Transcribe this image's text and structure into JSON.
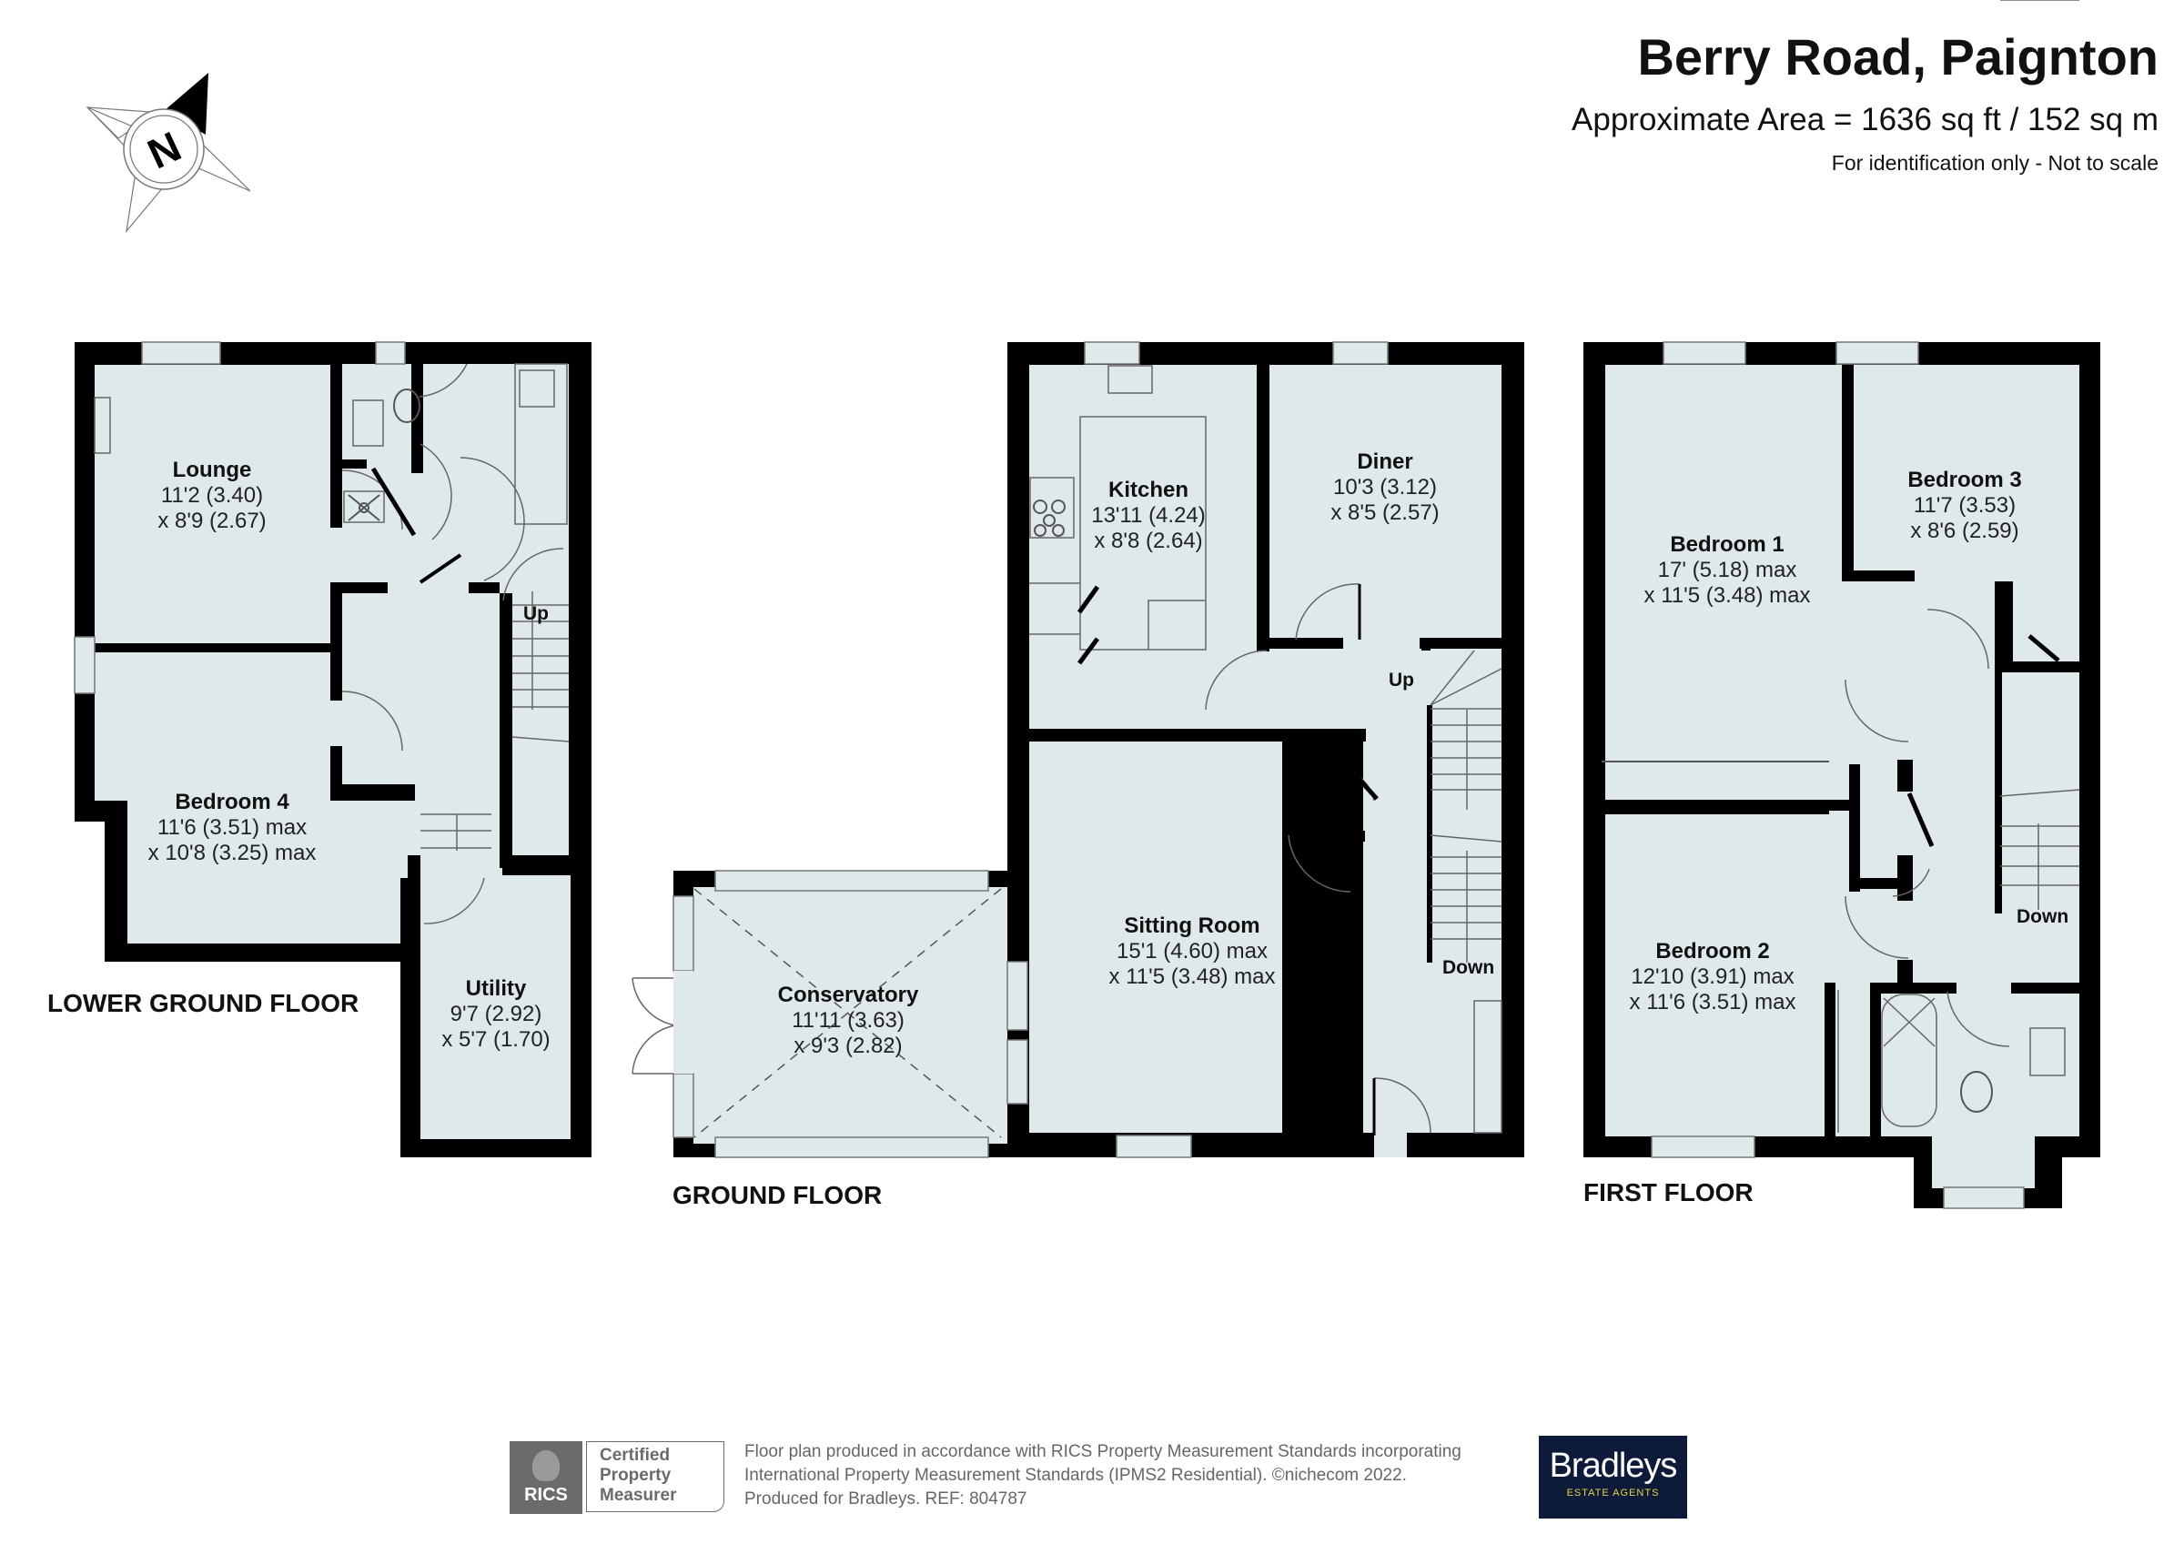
{
  "header": {
    "title": "Berry Road, Paignton",
    "area": "Approximate Area = 1636 sq ft / 152 sq m",
    "disclaimer": "For identification only - Not to scale"
  },
  "compass": {
    "label": "N",
    "icon": "north-arrow-compass-icon"
  },
  "colors": {
    "room_fill": "#dfe9eb",
    "wall": "#000000",
    "fixture_line": "#555555",
    "brand_bg": "#0d1a3a",
    "brand_tag": "#e6d545"
  },
  "floors": [
    {
      "id": "lower-ground",
      "label": "LOWER GROUND FLOOR",
      "rooms": [
        {
          "name": "Lounge",
          "dim1": "11'2 (3.40)",
          "dim2": "x 8'9 (2.67)"
        },
        {
          "name": "Bedroom 4",
          "dim1": "11'6 (3.51) max",
          "dim2": "x 10'8 (3.25) max"
        },
        {
          "name": "Utility",
          "dim1": "9'7 (2.92)",
          "dim2": "x 5'7 (1.70)"
        }
      ],
      "stairs": [
        "Up"
      ]
    },
    {
      "id": "ground",
      "label": "GROUND FLOOR",
      "rooms": [
        {
          "name": "Kitchen",
          "dim1": "13'11 (4.24)",
          "dim2": "x 8'8 (2.64)"
        },
        {
          "name": "Diner",
          "dim1": "10'3 (3.12)",
          "dim2": "x 8'5 (2.57)"
        },
        {
          "name": "Sitting Room",
          "dim1": "15'1 (4.60) max",
          "dim2": "x 11'5 (3.48) max"
        },
        {
          "name": "Conservatory",
          "dim1": "11'11 (3.63)",
          "dim2": "x 9'3 (2.82)"
        }
      ],
      "stairs": [
        "Up",
        "Down"
      ]
    },
    {
      "id": "first",
      "label": "FIRST FLOOR",
      "rooms": [
        {
          "name": "Bedroom 1",
          "dim1": "17' (5.18) max",
          "dim2": "x 11'5 (3.48) max"
        },
        {
          "name": "Bedroom 3",
          "dim1": "11'7 (3.53)",
          "dim2": "x 8'6 (2.59)"
        },
        {
          "name": "Bedroom 2",
          "dim1": "12'10 (3.91) max",
          "dim2": "x 11'6 (3.51) max"
        }
      ],
      "stairs": [
        "Down"
      ]
    }
  ],
  "footer": {
    "rics": {
      "mark": "RICS",
      "line1": "Certified",
      "line2": "Property",
      "line3": "Measurer"
    },
    "line1": "Floor plan produced in accordance with RICS Property Measurement Standards incorporating",
    "line2": "International Property Measurement Standards (IPMS2 Residential).   ©nichecom 2022.",
    "line3": "Produced for Bradleys.   REF: 804787",
    "brand": {
      "name": "Bradleys",
      "tagline": "ESTATE AGENTS"
    }
  }
}
